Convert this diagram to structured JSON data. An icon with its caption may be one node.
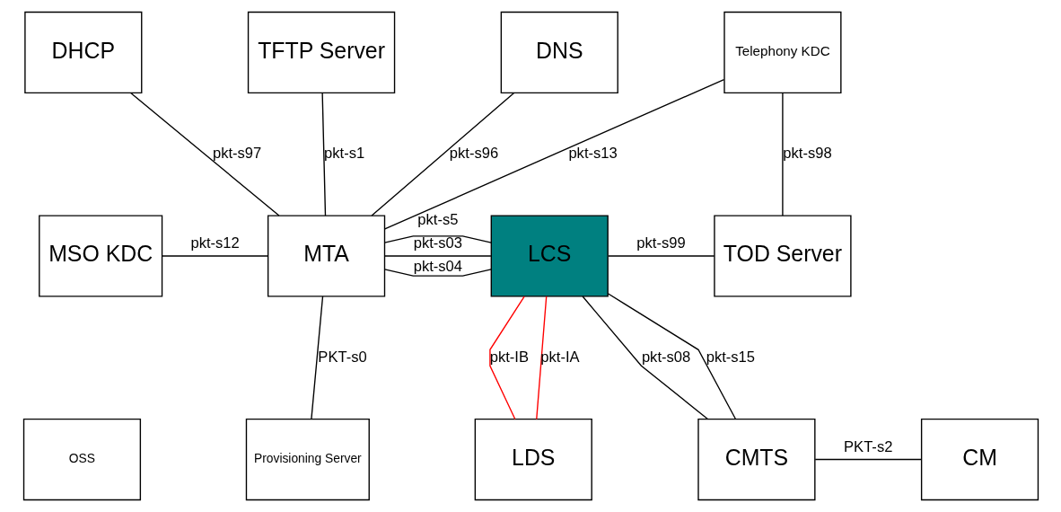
{
  "diagram": {
    "nodes": [
      {
        "text": [
          "DHCP"
        ]
      },
      {
        "text": [
          "TFTP Server"
        ]
      },
      {
        "text": [
          "DNS"
        ]
      },
      {
        "text": [
          "Telephony KDC"
        ]
      },
      {
        "text": [
          "MSO KDC"
        ]
      },
      {
        "text": [
          "MTA"
        ]
      },
      {
        "text": [
          "LCS"
        ]
      },
      {
        "text": [
          "TOD Server"
        ]
      },
      {
        "text": [
          "OSS"
        ]
      },
      {
        "text": [
          "Provisioning Server"
        ]
      },
      {
        "text": [
          "LDS"
        ]
      },
      {
        "text": [
          "CMTS"
        ]
      },
      {
        "text": [
          "CM"
        ]
      }
    ],
    "edges": [
      {
        "from": 0,
        "to": 5,
        "arrow": "none",
        "label": "pkt-s97"
      },
      {
        "from": 1,
        "to": 5,
        "arrow": "none",
        "label": "pkt-s1"
      },
      {
        "from": 2,
        "to": 5,
        "arrow": "none",
        "label": "pkt-s96"
      },
      {
        "from": 3,
        "to": 5,
        "arrow": "none",
        "label": "pkt-s13"
      },
      {
        "from": 3,
        "to": 7,
        "arrow": "none",
        "label": "pkt-s98"
      },
      {
        "from": 4,
        "to": 5,
        "arrow": "none",
        "label": "pkt-s12"
      },
      {
        "from": 5,
        "to": 6,
        "arrow": "none",
        "label": "pkt-s03"
      },
      {
        "from": 5,
        "to": 6,
        "arrow": "none",
        "label": "pkt-s04"
      },
      {
        "from": 6,
        "to": 7,
        "arrow": "none",
        "label": "pkt-s99"
      },
      {
        "from": 6,
        "to": 11,
        "arrow": "none",
        "label": "pkt-s08"
      },
      {
        "from": 6,
        "to": 11,
        "arrow": "none",
        "label": "pkt-s15"
      },
      {
        "from": 5,
        "to": 6,
        "arrow": "none",
        "label": "pkt-s5"
      },
      {
        "from": 6,
        "to": 10,
        "arrow": "none",
        "label": "pkt-IA",
        "color": "#ff0000"
      },
      {
        "from": 6,
        "to": 10,
        "arrow": "none",
        "label": "pkt-IB",
        "color": "#ff0000"
      },
      {
        "from": 5,
        "to": 9,
        "arrow": "none",
        "label": "PKT-s0"
      },
      {
        "from": 11,
        "to": 12,
        "arrow": "none",
        "label": "PKT-s2"
      }
    ]
  }
}
